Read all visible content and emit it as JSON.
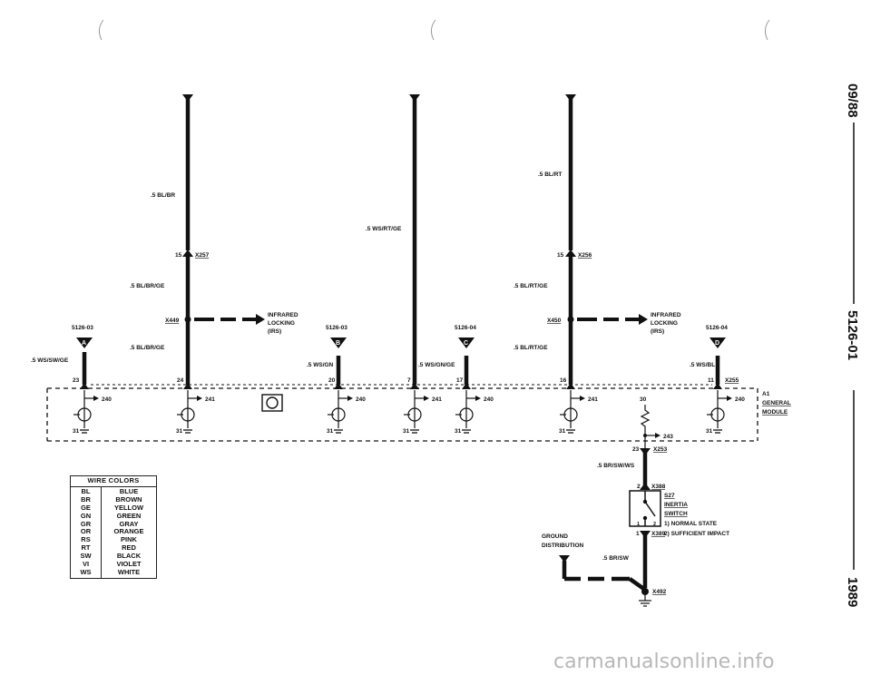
{
  "side": {
    "date": "09/88",
    "section": "5126-01",
    "year": "1989"
  },
  "watermark": "carmanualsonline.info",
  "wires": {
    "w1a": ".5 BL/BR",
    "w1b": ".5 BL/BR/GE",
    "w1c": ".5 BL/BR/GE",
    "w2": ".5 WS/RT/GE",
    "w3a": ".5 BL/RT",
    "w3b": ".5 BL/RT/GE",
    "w3c": ".5 BL/RT/GE",
    "wa": ".5 WS/SW/GE",
    "wb": ".5 WS/GN",
    "wc": ".5 WS/GN/GE",
    "wd": ".5 WS/BL",
    "w_brswws": ".5 BR/SW/WS",
    "w_brsw": ".5 BR/SW"
  },
  "connectors": {
    "x257": "X257",
    "x256": "X256",
    "x449": "X449",
    "x450": "X450",
    "x255": "X255",
    "x253": "X253",
    "x388": "X388",
    "x389": "X389",
    "x492": "X492"
  },
  "pins": {
    "p15a": "15",
    "p15b": "15",
    "p23": "23",
    "p24": "24",
    "p20": "20",
    "p7": "7",
    "p17": "17",
    "p16": "16",
    "p11": "11",
    "p23b": "23",
    "p2": "2",
    "p1": "1",
    "p30": "30"
  },
  "refs": {
    "r240a": "240",
    "r241a": "241",
    "r240b": "240",
    "r241b": "241",
    "r240c": "240",
    "r241c": "241",
    "r240d": "240",
    "r243": "243",
    "g1": "31",
    "g2": "31",
    "g3": "31",
    "g4": "31",
    "g5": "31",
    "g6": "31",
    "g7": "31"
  },
  "pages": {
    "pa": "5126-03",
    "pb": "5126-03",
    "pc": "5126-04",
    "pd": "5126-04"
  },
  "flags": {
    "a": "A",
    "b": "B",
    "c": "C",
    "d": "D"
  },
  "infrared1": {
    "l1": "INFRARED",
    "l2": "LOCKING",
    "l3": "(IRS)"
  },
  "infrared2": {
    "l1": "INFRARED",
    "l2": "LOCKING",
    "l3": "(IRS)"
  },
  "module": {
    "id": "A1",
    "l1": "GENERAL",
    "l2": "MODULE"
  },
  "switch": {
    "id": "S27",
    "l1": "INERTIA",
    "l2": "SWITCH",
    "n1": "1) NORMAL STATE",
    "n2": "2) SUFFICIENT IMPACT",
    "pos1": "1",
    "pos2": "2"
  },
  "ground": {
    "l1": "GROUND",
    "l2": "DISTRIBUTION"
  },
  "wire_colors": {
    "title": "WIRE COLORS",
    "rows": [
      {
        "code": "BL",
        "name": "BLUE"
      },
      {
        "code": "BR",
        "name": "BROWN"
      },
      {
        "code": "GE",
        "name": "YELLOW"
      },
      {
        "code": "GN",
        "name": "GREEN"
      },
      {
        "code": "GR",
        "name": "GRAY"
      },
      {
        "code": "OR",
        "name": "ORANGE"
      },
      {
        "code": "RS",
        "name": "PINK"
      },
      {
        "code": "RT",
        "name": "RED"
      },
      {
        "code": "SW",
        "name": "BLACK"
      },
      {
        "code": "VI",
        "name": "VIOLET"
      },
      {
        "code": "WS",
        "name": "WHITE"
      }
    ]
  }
}
